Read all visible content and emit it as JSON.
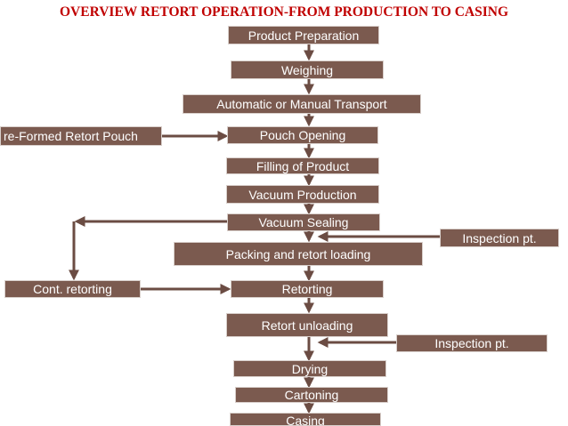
{
  "title": "OVERVIEW RETORT OPERATION-FROM PRODUCTION TO CASING",
  "steps": {
    "product_preparation": "Product Preparation",
    "weighing": "Weighing",
    "transport": "Automatic or Manual Transport",
    "pouch_opening": "Pouch Opening",
    "filling": "Filling of Product",
    "vacuum_production": "Vacuum Production",
    "vacuum_sealing": "Vacuum Sealing",
    "packing": "Packing and retort loading",
    "retorting": "Retorting",
    "retort_unloading": "Retort unloading",
    "drying": "Drying",
    "cartoning": "Cartoning",
    "casing": "Casing"
  },
  "side_inputs": {
    "preformed_pouch": "re-Formed Retort Pouch",
    "inspection_1": "Inspection pt.",
    "cont_retorting": "Cont. retorting",
    "inspection_2": "Inspection pt."
  },
  "colors": {
    "box_fill": "#7b5a4f",
    "box_text": "#ffffff",
    "arrow": "#6b4c43",
    "title": "#c00000"
  }
}
